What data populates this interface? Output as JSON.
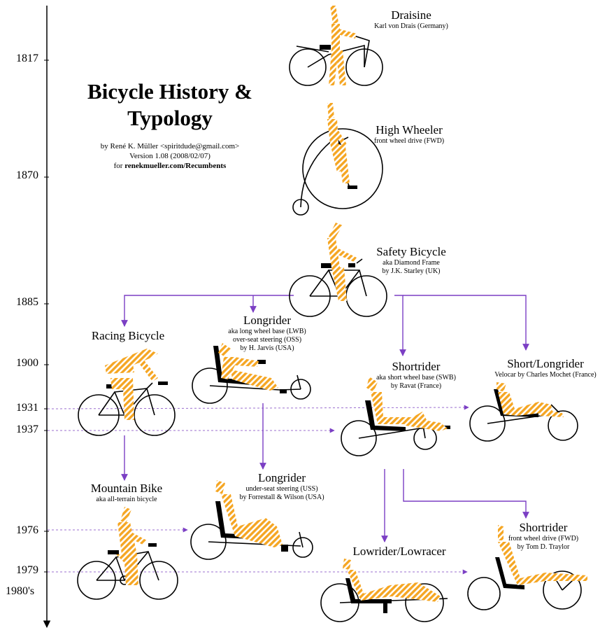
{
  "title": "Bicycle History & Typology",
  "credit": {
    "author_line": "by René K. Müller <spiritdude@gmail.com>",
    "version_line": "Version 1.08 (2008/02/07)",
    "for_prefix": "for",
    "site": "renekmueller.com/Recumbents"
  },
  "years": [
    "1817",
    "1870",
    "1885",
    "1900",
    "1931",
    "1937",
    "1976",
    "1979",
    "1980's"
  ],
  "bikes": {
    "draisine": {
      "name": "Draisine",
      "lines": [
        "Karl von Drais (Germany)"
      ]
    },
    "high_wheeler": {
      "name": "High Wheeler",
      "lines": [
        "front wheel drive (FWD)"
      ]
    },
    "safety": {
      "name": "Safety Bicycle",
      "lines": [
        "aka Diamond Frame",
        "by J.K. Starley (UK)"
      ]
    },
    "racing": {
      "name": "Racing Bicycle",
      "lines": []
    },
    "longrider_oss": {
      "name": "Longrider",
      "lines": [
        "aka long wheel base (LWB)",
        "over-seat steering (OSS)",
        "by H. Jarvis (USA)"
      ]
    },
    "shortrider_swb": {
      "name": "Shortrider",
      "lines": [
        "aka short wheel base (SWB)",
        "by Ravat (France)"
      ]
    },
    "short_longrider": {
      "name": "Short/Longrider",
      "lines": [
        "Velocar by Charles Mochet  (France)"
      ]
    },
    "mountain": {
      "name": "Mountain Bike",
      "lines": [
        "aka all-terrain bicycle"
      ]
    },
    "longrider_uss": {
      "name": "Longrider",
      "lines": [
        "under-seat steering (USS)",
        "by Forrestall & Wilson (USA)"
      ]
    },
    "lowrider": {
      "name": "Lowrider/Lowracer",
      "lines": []
    },
    "shortrider_fwd": {
      "name": "Shortrider",
      "lines": [
        "front wheel drive (FWD)",
        "by Tom D. Traylor"
      ]
    }
  },
  "colors": {
    "rider": "#f5a623",
    "arrow": "#7b3fc4",
    "ink": "#000000"
  }
}
